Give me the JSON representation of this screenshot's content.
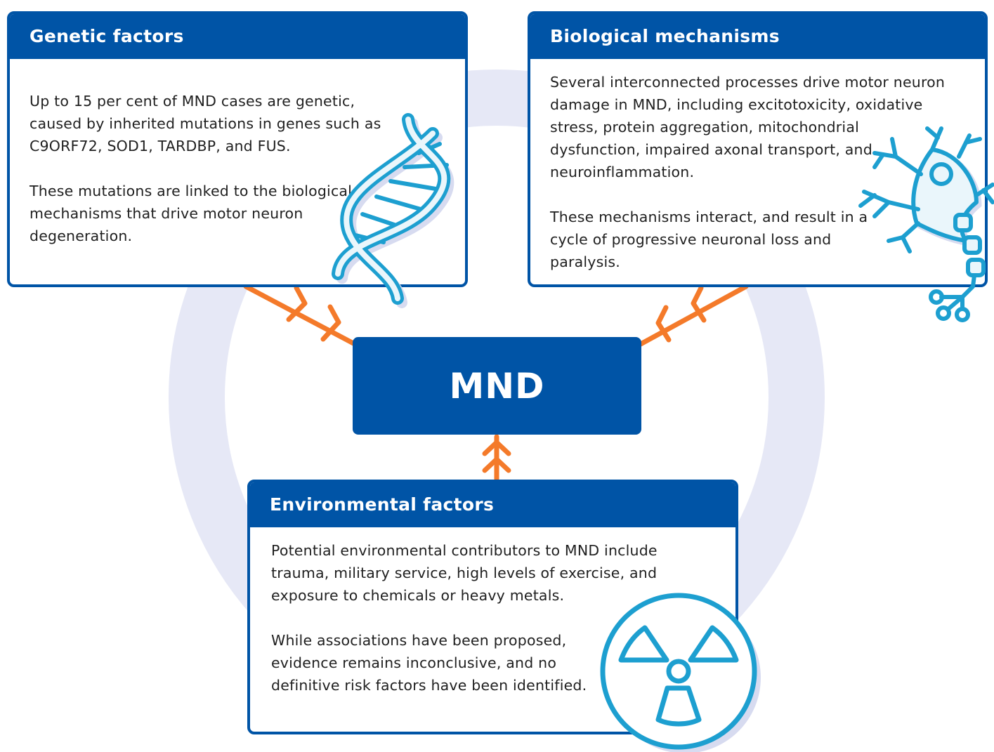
{
  "center": {
    "label": "MND"
  },
  "genetic": {
    "title": "Genetic factors",
    "paragraphs": [
      "Up to 15 per cent of MND cases are genetic, caused by inherited mutations in genes such as C9ORF72, SOD1, TARDBP, and FUS.",
      "These mutations are linked to the biological mechanisms that drive motor neuron degeneration."
    ],
    "icon": "dna-helix-icon"
  },
  "biological": {
    "title": "Biological mechanisms",
    "paragraphs": [
      "Several interconnected processes drive motor neuron damage in MND, including excitotoxicity, oxidative stress, protein aggregation, mitochondrial dysfunction, impaired axonal transport, and neuroinflammation.",
      "These mechanisms interact, and result in a cycle of progressive neuronal loss and paralysis."
    ],
    "icon": "neuron-icon"
  },
  "environmental": {
    "title": "Environmental factors",
    "paragraphs": [
      "Potential environmental contributors to MND include trauma, military service, high levels of exercise, and exposure to chemicals or heavy metals.",
      "While associations have been proposed, evidence remains inconclusive, and no definitive risk factors have been identified."
    ],
    "icon": "radiation-icon"
  },
  "colors": {
    "primary_blue": "#0054a6",
    "ring": "#e6e8f6",
    "arrow": "#f47a2a",
    "icon_teal": "#1d9fd0",
    "icon_fill": "#eaf6fb",
    "icon_shadow": "#d7dbf0"
  }
}
